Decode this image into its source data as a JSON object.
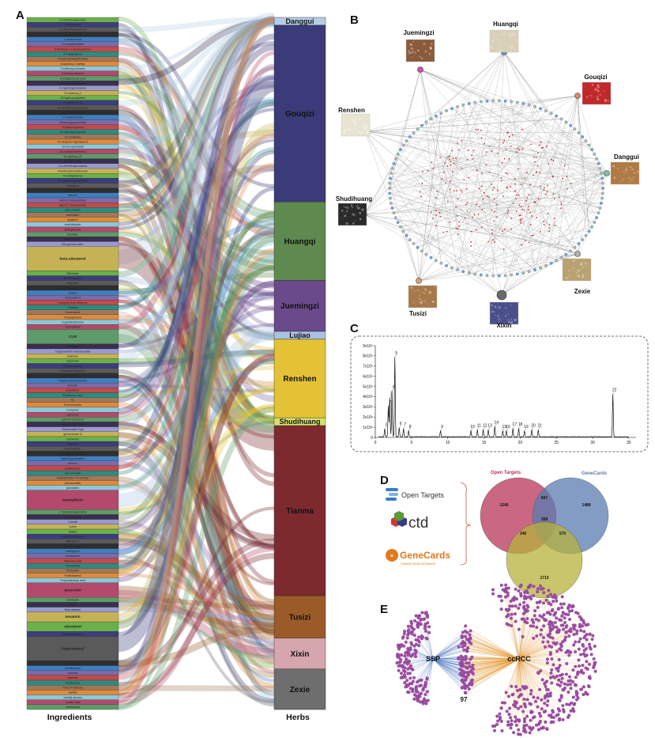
{
  "panels": {
    "a": "A",
    "b": "B",
    "c": "C",
    "d": "D",
    "e": "E"
  },
  "sankey": {
    "left_caption": "Ingredients",
    "right_caption": "Herbs",
    "herbs": [
      {
        "name": "Danggui",
        "weight": 1.2,
        "color": "#b7cde6"
      },
      {
        "name": "Gouqizi",
        "weight": 27,
        "color": "#3a3b78"
      },
      {
        "name": "Huangqi",
        "weight": 12,
        "color": "#5e8a4f"
      },
      {
        "name": "Juemingzi",
        "weight": 7.8,
        "color": "#6a4a8a"
      },
      {
        "name": "Lujiao",
        "weight": 1.2,
        "color": "#a9c2e2"
      },
      {
        "name": "Renshen",
        "weight": 12,
        "color": "#e3c236"
      },
      {
        "name": "Shudihuang",
        "weight": 1.2,
        "color": "#d7e26e"
      },
      {
        "name": "Tianma",
        "weight": 26,
        "color": "#7d2a2f"
      },
      {
        "name": "Tusizi",
        "weight": 6.5,
        "color": "#9b5b28"
      },
      {
        "name": "Xixin",
        "weight": 4.7,
        "color": "#d6a6ae"
      },
      {
        "name": "Zexie",
        "weight": 6.2,
        "color": "#6e6e6e"
      }
    ],
    "ingredient_palette": [
      "#6bb04a",
      "#3c3d7d",
      "#5a5a5a",
      "#2f2f2f",
      "#3e7fbf",
      "#7e6aa8",
      "#c44a4a",
      "#2d8c82",
      "#a0785a",
      "#e08a3c",
      "#8bc8d8",
      "#b34a6b",
      "#5f9b6a",
      "#3b2f4f",
      "#9a9ad0",
      "#c5b256"
    ],
    "ingredients": [
      {
        "name": "2,3-dihydroxybenzoic",
        "weight": 1
      },
      {
        "name": "2-hexylfuran",
        "weight": 1
      },
      {
        "name": "1,7-dihydroxyxanthone",
        "weight": 1
      },
      {
        "name": "1-octen-3-ol",
        "weight": 1
      },
      {
        "name": "2-undecanone",
        "weight": 1
      },
      {
        "name": "3-n-butylphthalide",
        "weight": 1
      },
      {
        "name": "3-methoxy-1,4-benzoquinone",
        "weight": 1
      },
      {
        "name": "4-vinylguaiacol",
        "weight": 1
      },
      {
        "name": "5-hydroxymethylfurfural",
        "weight": 1
      },
      {
        "name": "6-hydroxy-2-methyl",
        "weight": 1
      },
      {
        "name": "7-methoxycoumarin",
        "weight": 1
      },
      {
        "name": "8-ethoxycarbonyl",
        "weight": 1
      },
      {
        "name": "9-octadecenoic acid",
        "weight": 1
      },
      {
        "name": "10-hydroxydecanoic",
        "weight": 1
      },
      {
        "name": "11-hydroxyeicosanoic",
        "weight": 1
      },
      {
        "name": "12-methoxy-1",
        "weight": 1
      },
      {
        "name": "13-hydroxylupanine",
        "weight": 1
      },
      {
        "name": "14-deoxy-11,12",
        "weight": 1
      },
      {
        "name": "15-methyl-hexadecanoic",
        "weight": 1
      },
      {
        "name": "16-epi-akuammiline",
        "weight": 1
      },
      {
        "name": "17-hydroxy-beta",
        "weight": 1
      },
      {
        "name": "18-beta-glycyrrhetinic",
        "weight": 1
      },
      {
        "name": "19-alpha-hydroxy",
        "weight": 1
      },
      {
        "name": "20-hydroxyecdysone",
        "weight": 1
      },
      {
        "name": "21-norabieta",
        "weight": 1
      },
      {
        "name": "22-dehydro-stigmasterol",
        "weight": 1
      },
      {
        "name": "23-oxo-cycloartan",
        "weight": 1
      },
      {
        "name": "24-methylcholesterol",
        "weight": 1
      },
      {
        "name": "25-hydroxy-24",
        "weight": 1
      },
      {
        "name": "26-norcholest",
        "weight": 1
      },
      {
        "name": "3,4-dimethoxycinnamic",
        "weight": 1
      },
      {
        "name": "4-hydroxybenzaldehyde",
        "weight": 1
      },
      {
        "name": "4-methylphenol",
        "weight": 1
      },
      {
        "name": "6,7-dimethoxycoumarin",
        "weight": 1
      },
      {
        "name": "6-gingerol",
        "weight": 1
      },
      {
        "name": "alisol B acetate",
        "weight": 1
      },
      {
        "name": "alisol A",
        "weight": 1
      },
      {
        "name": "alisol B monoacetate",
        "weight": 1
      },
      {
        "name": "alisol C monoacetate",
        "weight": 1
      },
      {
        "name": "aloe-emodin",
        "weight": 1
      },
      {
        "name": "adenosine",
        "weight": 1
      },
      {
        "name": "apigenin",
        "weight": 1
      },
      {
        "name": "arachidonate",
        "weight": 1
      },
      {
        "name": "astragaloside",
        "weight": 1
      },
      {
        "name": "baicalein",
        "weight": 1
      },
      {
        "name": "Butanoic acid",
        "weight": 1
      },
      {
        "name": "BS-gamma-ester",
        "weight": 1
      },
      {
        "name": "beta-sitosterol",
        "weight": 5
      },
      {
        "name": "Bifendate",
        "weight": 1
      },
      {
        "name": "BL-hexahydro",
        "weight": 1
      },
      {
        "name": "calycosin",
        "weight": 1
      },
      {
        "name": "calycosin glucoside",
        "weight": 1
      },
      {
        "name": "Cedrol",
        "weight": 1
      },
      {
        "name": "Campesterol",
        "weight": 1
      },
      {
        "name": "Campest-5-en-3beta-ol",
        "weight": 1
      },
      {
        "name": "Carthine",
        "weight": 1
      },
      {
        "name": "Coumestrol",
        "weight": 1
      },
      {
        "name": "Chrysophanol",
        "weight": 1
      },
      {
        "name": "Cryptotanshinone",
        "weight": 1
      },
      {
        "name": "Cycloartenol",
        "weight": 1
      },
      {
        "name": "CLR",
        "weight": 3
      },
      {
        "name": "Cnidilide",
        "weight": 1
      },
      {
        "name": "Cryptoxanthin monoepoxide",
        "weight": 1
      },
      {
        "name": "Daidzein",
        "weight": 1
      },
      {
        "name": "Dauricine",
        "weight": 1
      },
      {
        "name": "Dehydrocostus",
        "weight": 1
      },
      {
        "name": "Deoxyharringtonine",
        "weight": 1
      },
      {
        "name": "Diosgenin",
        "weight": 1
      },
      {
        "name": "Dihydroxymatairesinol",
        "weight": 1
      },
      {
        "name": "Emodin",
        "weight": 1
      },
      {
        "name": "Ergosterol",
        "weight": 1
      },
      {
        "name": "Eicosenoic acid",
        "weight": 1
      },
      {
        "name": "FA",
        "weight": 1
      },
      {
        "name": "Formononetin",
        "weight": 1
      },
      {
        "name": "Fumarine",
        "weight": 1
      },
      {
        "name": "Gastrodin",
        "weight": 1
      },
      {
        "name": "gamma-sitosterol",
        "weight": 1
      },
      {
        "name": "Ginsenoside Rh2",
        "weight": 1
      },
      {
        "name": "Ginsenoside Rg5",
        "weight": 1
      },
      {
        "name": "ginsenoside f2",
        "weight": 1
      },
      {
        "name": "Girinimbin",
        "weight": 1
      },
      {
        "name": "Glycitein",
        "weight": 1
      },
      {
        "name": "Hederagenin",
        "weight": 1
      },
      {
        "name": "Hexadecanoic acid",
        "weight": 1
      },
      {
        "name": "Hydroxygenkwanin",
        "weight": 1
      },
      {
        "name": "Inermin",
        "weight": 1
      },
      {
        "name": "Isoflavanone",
        "weight": 1
      },
      {
        "name": "Isorhamnetin",
        "weight": 1
      },
      {
        "name": "Isorhamnetin-7-O-methyl",
        "weight": 1
      },
      {
        "name": "isorhamnetin",
        "weight": 1
      },
      {
        "name": "jaceosidin",
        "weight": 1
      },
      {
        "name": "kaempferol",
        "weight": 4
      },
      {
        "name": "L-Tetrahydropalmatine",
        "weight": 1
      },
      {
        "name": "Linolenic acid",
        "weight": 1
      },
      {
        "name": "Luteolin",
        "weight": 1
      },
      {
        "name": "Lutein",
        "weight": 1
      },
      {
        "name": "Mairin",
        "weight": 1
      },
      {
        "name": "methyl linolenate",
        "weight": 1
      },
      {
        "name": "Mandenol",
        "weight": 1
      },
      {
        "name": "Methylnissolin",
        "weight": 1
      },
      {
        "name": "Naringenin",
        "weight": 1
      },
      {
        "name": "Nootkatone",
        "weight": 1
      },
      {
        "name": "Oleanolic acid",
        "weight": 1
      },
      {
        "name": "Panaxadiol",
        "weight": 1
      },
      {
        "name": "Pinosylvin",
        "weight": 1
      },
      {
        "name": "Poriferasterol",
        "weight": 1
      },
      {
        "name": "Protocatechuic acid",
        "weight": 1
      },
      {
        "name": "quercetin",
        "weight": 3
      },
      {
        "name": "Quinizarin",
        "weight": 1
      },
      {
        "name": "Rutin",
        "weight": 1
      },
      {
        "name": "Rubrofusarin",
        "weight": 1
      },
      {
        "name": "sesamin",
        "weight": 2
      },
      {
        "name": "sitosterol",
        "weight": 2
      },
      {
        "name": "Sitosterol alpha1",
        "weight": 1
      },
      {
        "name": "Stigmasterol",
        "weight": 5
      },
      {
        "name": "succinic acid",
        "weight": 1
      },
      {
        "name": "suchilactone",
        "weight": 1
      },
      {
        "name": "sucrose",
        "weight": 1
      },
      {
        "name": "sulfuretin",
        "weight": 1
      },
      {
        "name": "Toralactone",
        "weight": 1
      },
      {
        "name": "Trans-4-hydroxy",
        "weight": 1
      },
      {
        "name": "vanillin",
        "weight": 1
      },
      {
        "name": "vanillyl alcohol",
        "weight": 1
      },
      {
        "name": "Vanillic acid",
        "weight": 1
      },
      {
        "name": "xanthotoxol",
        "weight": 1
      }
    ]
  },
  "network": {
    "herbs": [
      {
        "name": "Juemingzi",
        "angle": -112,
        "node_color": "#d04fb3",
        "photo": "#8a5a3a"
      },
      {
        "name": "Huangqi",
        "angle": -68,
        "node_color": "#7a86d8",
        "photo": "#d9d0b8"
      },
      {
        "name": "Gouqizi",
        "angle": -25,
        "node_color": "#d98a6a",
        "photo": "#c0282a"
      },
      {
        "name": "Danggui",
        "angle": 8,
        "node_color": "#7fbfb0",
        "photo": "#b07a44"
      },
      {
        "name": "Renshen",
        "angle": -165,
        "node_color": "#b8d65a",
        "photo": "#e9e4d2"
      },
      {
        "name": "Shudihuang",
        "angle": 160,
        "node_color": "#e8d458",
        "photo": "#2a2a2a"
      },
      {
        "name": "Tusizi",
        "angle": 105,
        "node_color": "#d8a06a",
        "photo": "#a6784a"
      },
      {
        "name": "Xixin",
        "angle": 72,
        "node_color": "#6a6a6a",
        "photo": "#4a4e8a"
      },
      {
        "name": "Zexie",
        "angle": 40,
        "node_color": "#b0b0b0",
        "photo": "#b8a270"
      }
    ]
  },
  "chart_data": {
    "type": "line",
    "title": "",
    "xlabel": "",
    "ylabel": "",
    "xlim": [
      0,
      36
    ],
    "ylim": [
      0,
      900000
    ],
    "yticks": [
      "0",
      "1x10⁶",
      "2x10⁶",
      "3x10⁶",
      "4x10⁶",
      "5x10⁶",
      "6x10⁶",
      "7x10⁶",
      "8x10⁶",
      "9x10⁶"
    ],
    "xticks": [
      "0",
      "5",
      "10",
      "15",
      "20",
      "25",
      "30",
      "35"
    ],
    "peaks": [
      {
        "label": "1",
        "x": 1.3,
        "y": 8
      },
      {
        "label": "2",
        "x": 1.8,
        "y": 30
      },
      {
        "label": "3",
        "x": 2.0,
        "y": 38
      },
      {
        "label": "4",
        "x": 2.3,
        "y": 45
      },
      {
        "label": "5",
        "x": 2.7,
        "y": 78
      },
      {
        "label": "6",
        "x": 3.3,
        "y": 9
      },
      {
        "label": "7",
        "x": 3.9,
        "y": 8
      },
      {
        "label": "8",
        "x": 4.6,
        "y": 6
      },
      {
        "label": "9",
        "x": 9.0,
        "y": 6
      },
      {
        "label": "10",
        "x": 13.2,
        "y": 6
      },
      {
        "label": "11",
        "x": 14.1,
        "y": 7
      },
      {
        "label": "12",
        "x": 14.9,
        "y": 7
      },
      {
        "label": "13",
        "x": 15.6,
        "y": 7
      },
      {
        "label": "14",
        "x": 16.5,
        "y": 10
      },
      {
        "label": "15",
        "x": 17.6,
        "y": 6
      },
      {
        "label": "16",
        "x": 18.1,
        "y": 6
      },
      {
        "label": "17",
        "x": 19.0,
        "y": 8
      },
      {
        "label": "18",
        "x": 19.8,
        "y": 8
      },
      {
        "label": "19",
        "x": 20.6,
        "y": 6
      },
      {
        "label": "20",
        "x": 21.6,
        "y": 7
      },
      {
        "label": "21",
        "x": 22.5,
        "y": 7
      },
      {
        "label": "22",
        "x": 32.8,
        "y": 42
      }
    ]
  },
  "venn": {
    "sets": [
      {
        "name": "Open Targets",
        "color": "#b8345a"
      },
      {
        "name": "GeneCards",
        "color": "#5a7bb0"
      },
      {
        "name": "CTD",
        "color": "#b6b23c"
      }
    ],
    "regions": {
      "only_a": "1246",
      "only_b": "1488",
      "only_c": "1713",
      "ab": "667",
      "ac": "346",
      "bc": "575",
      "abc": "358"
    },
    "logos": {
      "open_targets": "Open Targets",
      "ctd": "ctd",
      "genecards": "GeneCards",
      "genecards_sub": "HUMAN GENE DATABASE"
    }
  },
  "targets_network": {
    "left_label": "SSP",
    "right_label": "ccRCC",
    "count_label": "97",
    "node_color": "#a14ea8",
    "left_edge_color": "#4f79c4",
    "right_edge_color": "#e59a3a"
  }
}
